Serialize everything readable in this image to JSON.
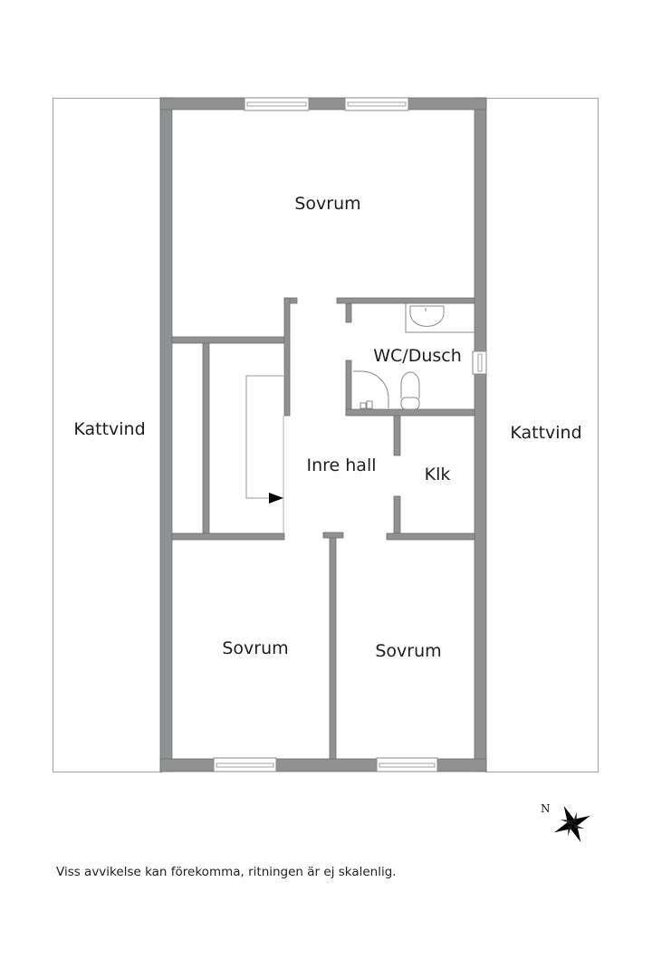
{
  "floorplan": {
    "rooms": [
      {
        "id": "sovrum-top",
        "label": "Sovrum"
      },
      {
        "id": "wc-dusch",
        "label": "WC/Dusch"
      },
      {
        "id": "inre-hall",
        "label": "Inre hall"
      },
      {
        "id": "klk",
        "label": "Klk"
      },
      {
        "id": "sovrum-bottom-left",
        "label": "Sovrum"
      },
      {
        "id": "sovrum-bottom-right",
        "label": "Sovrum"
      },
      {
        "id": "kattvind-left",
        "label": "Kattvind"
      },
      {
        "id": "kattvind-right",
        "label": "Kattvind"
      }
    ],
    "colors": {
      "wall_fill": "#8f9192",
      "wall_stroke": "#6e7071",
      "outline": "#a8a8a8",
      "fixture_stroke": "#8a8a8a"
    }
  },
  "compass": {
    "north_label": "N"
  },
  "footer": {
    "disclaimer": "Viss avvikelse kan förekomma, ritningen är ej skalenlig."
  }
}
